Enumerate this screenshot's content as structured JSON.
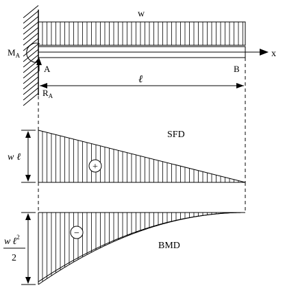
{
  "labels": {
    "load": "w",
    "moment_main": "M",
    "moment_sub": "A",
    "point_a": "A",
    "point_b": "B",
    "x_axis": "x",
    "length": "ℓ",
    "reaction_main": "R",
    "reaction_sub": "A",
    "sfd_title": "SFD",
    "sfd_value_w": "w",
    "sfd_value_l": "ℓ",
    "sfd_sign": "+",
    "bmd_title": "BMD",
    "bmd_value_w": "w",
    "bmd_value_l": "ℓ",
    "bmd_value_exp": "2",
    "bmd_value_den": "2",
    "bmd_sign": "−"
  },
  "colors": {
    "ink": "#000000",
    "background": "#ffffff"
  }
}
